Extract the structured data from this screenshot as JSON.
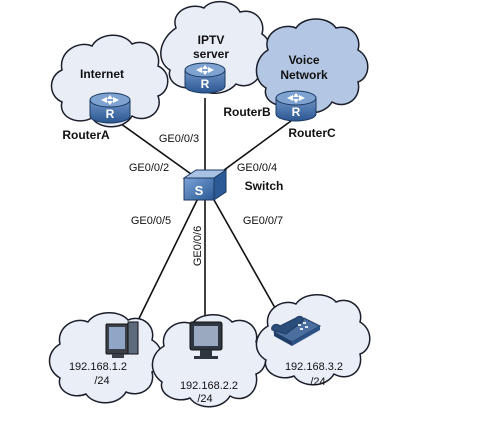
{
  "clouds": {
    "internet": "Internet",
    "iptv_line1": "IPTV",
    "iptv_line2": "server",
    "voice_line1": "Voice",
    "voice_line2": "Network",
    "pc1_line1": "192.168.1.2",
    "pc1_line2": "/24",
    "pc2_line1": "192.168.2.2",
    "pc2_line2": "/24",
    "phone_line1": "192.168.3.2",
    "phone_line2": "/24"
  },
  "devices": {
    "router_a": "RouterA",
    "router_b": "RouterB",
    "router_c": "RouterC",
    "switch": "Switch",
    "router_glyph": "R",
    "switch_glyph": "S"
  },
  "ports": {
    "ge3": "GE0/0/3",
    "ge2": "GE0/0/2",
    "ge4": "GE0/0/4",
    "ge5": "GE0/0/5",
    "ge6": "GE0/0/6",
    "ge7": "GE0/0/7"
  },
  "colors": {
    "cloud_fill": "#eaeef7",
    "cloud_fill_blue": "#b3c6e3",
    "cloud_stroke": "#1b1f2b",
    "device_blue": "#2f5f9a",
    "device_light": "#7fa3d0",
    "link": "#111111"
  }
}
